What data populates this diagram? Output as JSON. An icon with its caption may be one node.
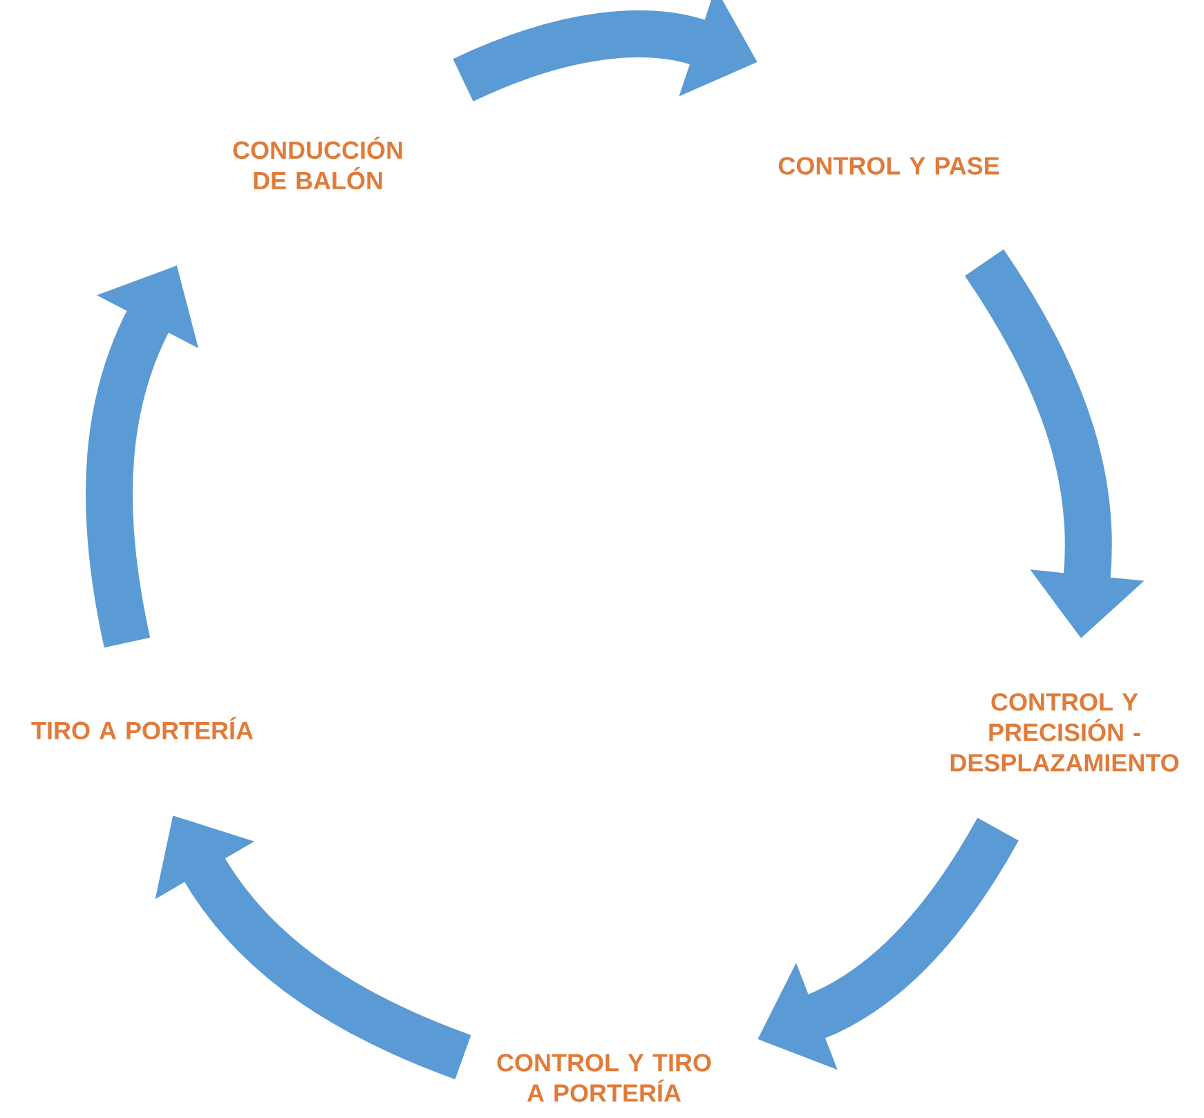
{
  "diagram": {
    "nodes": [
      {
        "text": [
          "CONDUCCIÓN DE BALÓN"
        ]
      },
      {
        "text": [
          "CONTROL Y PASE"
        ]
      },
      {
        "text": [
          "CONTROL Y PRECISIÓN - DESPLAZAMIENTO"
        ]
      },
      {
        "text": [
          "CONTROL Y TIRO A PORTERÍA"
        ]
      },
      {
        "text": [
          "TIRO A PORTERÍA"
        ]
      }
    ],
    "edges": [
      {
        "from": 0,
        "to": 1,
        "arrow": "to"
      },
      {
        "from": 1,
        "to": 2,
        "arrow": "to"
      },
      {
        "from": 2,
        "to": 3,
        "arrow": "to"
      },
      {
        "from": 3,
        "to": 4,
        "arrow": "to"
      },
      {
        "from": 4,
        "to": 0,
        "arrow": "to"
      }
    ]
  }
}
